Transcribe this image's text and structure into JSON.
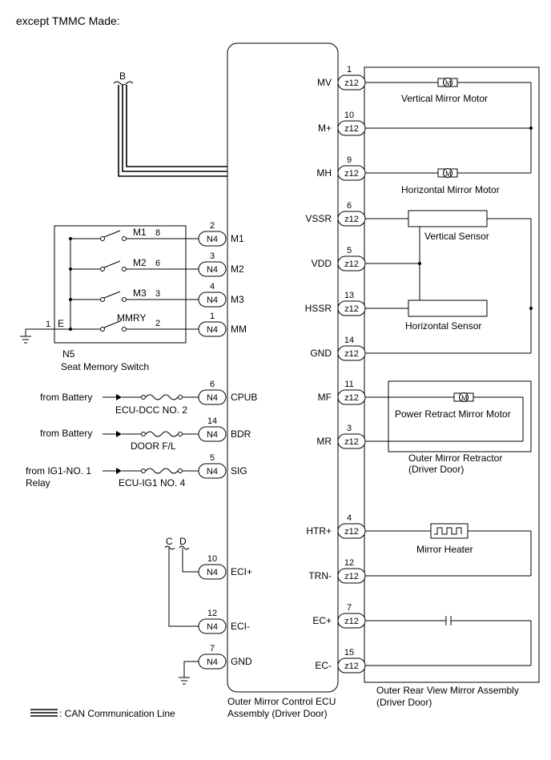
{
  "header": "except TMMC Made:",
  "wire_labels": {
    "B": "B",
    "C": "C",
    "D": "D"
  },
  "ecu": {
    "name_line1": "Outer Mirror Control ECU",
    "name_line2": "Assembly (Driver Door)",
    "left_pins": [
      {
        "pin": "2",
        "conn": "N4",
        "label": "M1"
      },
      {
        "pin": "3",
        "conn": "N4",
        "label": "M2"
      },
      {
        "pin": "4",
        "conn": "N4",
        "label": "M3"
      },
      {
        "pin": "1",
        "conn": "N4",
        "label": "MM"
      },
      {
        "pin": "6",
        "conn": "N4",
        "label": "CPUB"
      },
      {
        "pin": "14",
        "conn": "N4",
        "label": "BDR"
      },
      {
        "pin": "5",
        "conn": "N4",
        "label": "SIG"
      },
      {
        "pin": "10",
        "conn": "N4",
        "label": "ECI+"
      },
      {
        "pin": "12",
        "conn": "N4",
        "label": "ECI-"
      },
      {
        "pin": "7",
        "conn": "N4",
        "label": "GND"
      }
    ],
    "right_pins": [
      {
        "pin": "1",
        "conn": "z12",
        "label": "MV"
      },
      {
        "pin": "10",
        "conn": "z12",
        "label": "M+"
      },
      {
        "pin": "9",
        "conn": "z12",
        "label": "MH"
      },
      {
        "pin": "6",
        "conn": "z12",
        "label": "VSSR"
      },
      {
        "pin": "5",
        "conn": "z12",
        "label": "VDD"
      },
      {
        "pin": "13",
        "conn": "z12",
        "label": "HSSR"
      },
      {
        "pin": "14",
        "conn": "z12",
        "label": "GND"
      },
      {
        "pin": "11",
        "conn": "z12",
        "label": "MF"
      },
      {
        "pin": "3",
        "conn": "z12",
        "label": "MR"
      },
      {
        "pin": "4",
        "conn": "z12",
        "label": "HTR+"
      },
      {
        "pin": "12",
        "conn": "z12",
        "label": "TRN-"
      },
      {
        "pin": "7",
        "conn": "z12",
        "label": "EC+"
      },
      {
        "pin": "15",
        "conn": "z12",
        "label": "EC-"
      }
    ]
  },
  "seat_switch": {
    "code": "N5",
    "name": "Seat Memory Switch",
    "pin_e": "1",
    "e_label": "E",
    "switches": [
      {
        "label": "M1",
        "pin": "8"
      },
      {
        "label": "M2",
        "pin": "6"
      },
      {
        "label": "M3",
        "pin": "3"
      },
      {
        "label": "MMRY",
        "pin": "2"
      }
    ]
  },
  "power_feeds": [
    {
      "source": "from Battery",
      "fuse": "ECU-DCC NO. 2"
    },
    {
      "source": "from Battery",
      "fuse": "DOOR F/L"
    },
    {
      "source": "from IG1-NO. 1",
      "source_line2": "Relay",
      "fuse": "ECU-IG1 NO. 4"
    }
  ],
  "mirror_assembly": {
    "name_line1": "Outer Rear View Mirror Assembly",
    "name_line2": "(Driver Door)",
    "vertical_motor": "Vertical Mirror Motor",
    "horizontal_motor": "Horizontal Mirror Motor",
    "vertical_sensor": "Vertical Sensor",
    "horizontal_sensor": "Horizontal Sensor",
    "retract_motor": "Power Retract Mirror Motor",
    "retractor_line1": "Outer Mirror Retractor",
    "retractor_line2": "(Driver Door)",
    "heater": "Mirror Heater",
    "motor_symbol": "M"
  },
  "legend": {
    "can_line": ": CAN Communication Line"
  }
}
